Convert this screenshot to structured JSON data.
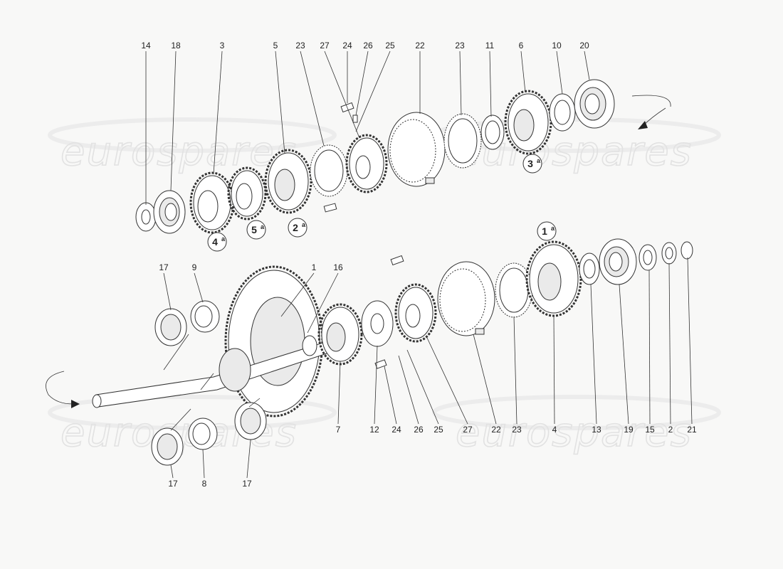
{
  "watermark": {
    "text": "eurospares"
  },
  "part_labels": [
    "14",
    "18",
    "3",
    "5",
    "23",
    "27",
    "24",
    "26",
    "25",
    "22",
    "23",
    "11",
    "6",
    "10",
    "20",
    "17",
    "9",
    "1",
    "16",
    "7",
    "12",
    "24",
    "26",
    "25",
    "27",
    "22",
    "23",
    "4",
    "13",
    "19",
    "15",
    "2",
    "21",
    "17",
    "8",
    "17"
  ],
  "gear_markers": [
    {
      "num": "4",
      "sup": "a"
    },
    {
      "num": "5",
      "sup": "a"
    },
    {
      "num": "2",
      "sup": "a"
    },
    {
      "num": "3",
      "sup": "a"
    },
    {
      "num": "1",
      "sup": "a"
    }
  ]
}
